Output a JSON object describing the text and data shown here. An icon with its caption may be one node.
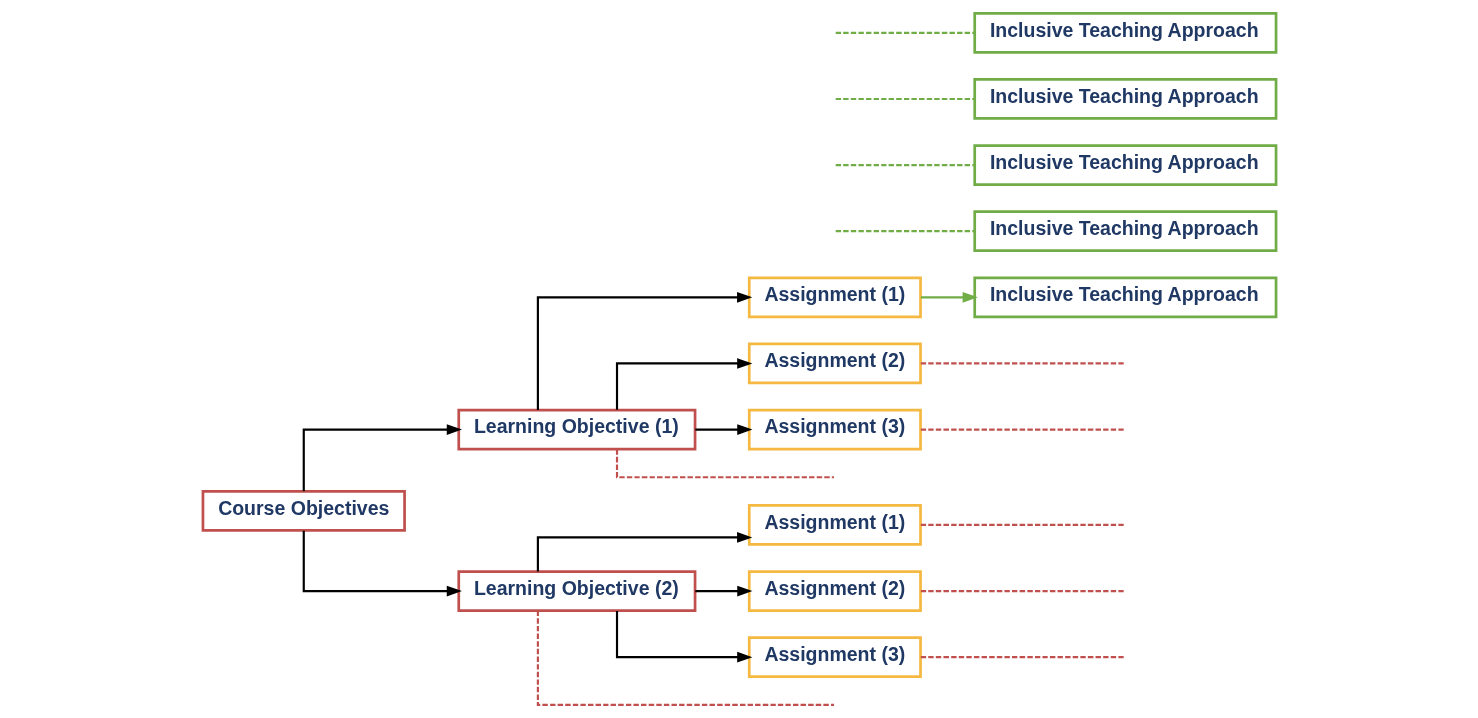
{
  "diagram": {
    "nodes": [
      {
        "text": [
          "Course Objectives"
        ]
      },
      {
        "text": [
          "Learning Objective (1)"
        ]
      },
      {
        "text": [
          "Learning Objective (2)"
        ]
      },
      {
        "text": [
          "Assignment (1)"
        ]
      },
      {
        "text": [
          "Assignment (2)"
        ]
      },
      {
        "text": [
          "Assignment (3)"
        ]
      },
      {
        "text": [
          "Assignment (1)"
        ]
      },
      {
        "text": [
          "Assignment (2)"
        ]
      },
      {
        "text": [
          "Assignment (3)"
        ]
      },
      {
        "text": [
          "Inclusive Teaching Approach"
        ]
      },
      {
        "text": [
          "Inclusive Teaching Approach"
        ]
      },
      {
        "text": [
          "Inclusive Teaching Approach"
        ]
      },
      {
        "text": [
          "Inclusive Teaching Approach"
        ]
      },
      {
        "text": [
          "Inclusive Teaching Approach"
        ]
      }
    ],
    "edges": [
      {
        "from": 0,
        "to": 1,
        "arrow": "to"
      },
      {
        "from": 0,
        "to": 2,
        "arrow": "to"
      },
      {
        "from": 1,
        "to": 3,
        "arrow": "to"
      },
      {
        "from": 1,
        "to": 4,
        "arrow": "to"
      },
      {
        "from": 1,
        "to": 5,
        "arrow": "to"
      },
      {
        "from": 2,
        "to": 6,
        "arrow": "to"
      },
      {
        "from": 2,
        "to": 7,
        "arrow": "to"
      },
      {
        "from": 2,
        "to": 8,
        "arrow": "to"
      },
      {
        "from": 3,
        "to": 11,
        "arrow": "to",
        "color": "#70ad47"
      },
      {
        "from": 1,
        "to": null,
        "arrow": "none",
        "style": "dashed",
        "color": "#c0504d"
      },
      {
        "from": 2,
        "to": null,
        "arrow": "none",
        "style": "dashed",
        "color": "#c0504d"
      },
      {
        "from": 4,
        "to": null,
        "arrow": "none",
        "style": "dashed",
        "color": "#c0504d"
      },
      {
        "from": 5,
        "to": null,
        "arrow": "none",
        "style": "dashed",
        "color": "#c0504d"
      },
      {
        "from": 6,
        "to": null,
        "arrow": "none",
        "style": "dashed",
        "color": "#c0504d"
      },
      {
        "from": 7,
        "to": null,
        "arrow": "none",
        "style": "dashed",
        "color": "#c0504d"
      },
      {
        "from": 8,
        "to": null,
        "arrow": "none",
        "style": "dashed",
        "color": "#c0504d"
      },
      {
        "from": null,
        "to": 9,
        "arrow": "none",
        "style": "dashed",
        "color": "#70ad47"
      },
      {
        "from": null,
        "to": 10,
        "arrow": "none",
        "style": "dashed",
        "color": "#70ad47"
      },
      {
        "from": null,
        "to": 12,
        "arrow": "none",
        "style": "dashed",
        "color": "#70ad47"
      },
      {
        "from": null,
        "to": 13,
        "arrow": "none",
        "style": "dashed",
        "color": "#70ad47"
      }
    ]
  }
}
